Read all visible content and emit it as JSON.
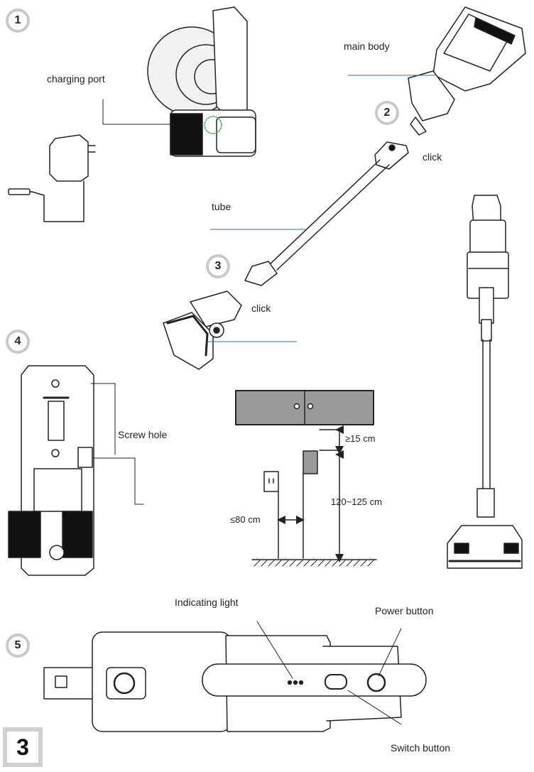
{
  "page_number": "3",
  "steps": [
    "1",
    "2",
    "3",
    "4",
    "5"
  ],
  "labels": {
    "charging_port": "charging port",
    "main_body": "main body",
    "click_1": "click",
    "tube": "tube",
    "click_2": "click",
    "screw_hole": "Screw hole",
    "cabinet_gap": "≥15 cm",
    "mount_height": "120~125 cm",
    "outlet_distance": "≤80 cm",
    "indicating_light": "Indicating light",
    "power_button": "Power button",
    "switch_button": "Switch button"
  },
  "colors": {
    "line": "#222222",
    "leader_blue": "#3a6ea5",
    "step_ring": "#c9c9c9",
    "cabinet_fill": "#9a9a9a",
    "accent_green": "#3aa84a"
  }
}
